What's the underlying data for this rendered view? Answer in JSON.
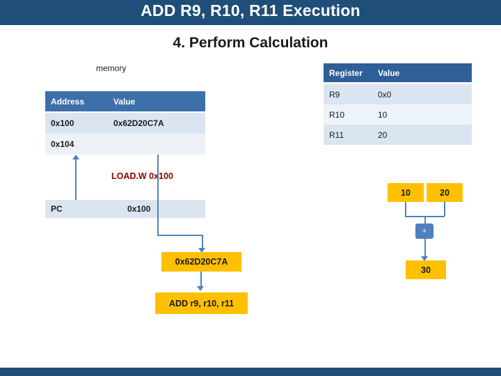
{
  "slide": {
    "title": "ADD R9, R10, R11 Execution",
    "subtitle": "4. Perform Calculation",
    "memory_label": "memory",
    "accent_color": "#1f4e79",
    "table_header_color": "#3d6fab",
    "highlight_color": "#ffc000",
    "arrow_color": "#4f81bd",
    "instruction_label_color": "#8b0000"
  },
  "memory_table": {
    "headers": [
      "Address",
      "Value"
    ],
    "rows": [
      {
        "address": "0x100",
        "value": "0x62D20C7A"
      },
      {
        "address": "0x104",
        "value": ""
      }
    ]
  },
  "register_table": {
    "headers": [
      "Register",
      "Value"
    ],
    "rows": [
      {
        "register": "R9",
        "value": "0x0"
      },
      {
        "register": "R10",
        "value": "10"
      },
      {
        "register": "R11",
        "value": "20"
      }
    ]
  },
  "pc_row": {
    "label": "PC",
    "value": "0x100"
  },
  "labels": {
    "load_instruction": "LOAD.W 0x100",
    "fetched_word": "0x62D20C7A",
    "decoded_instruction": "ADD r9, r10, r11",
    "operand_left": "10",
    "operand_right": "20",
    "adder_symbol": "+",
    "result": "30"
  }
}
